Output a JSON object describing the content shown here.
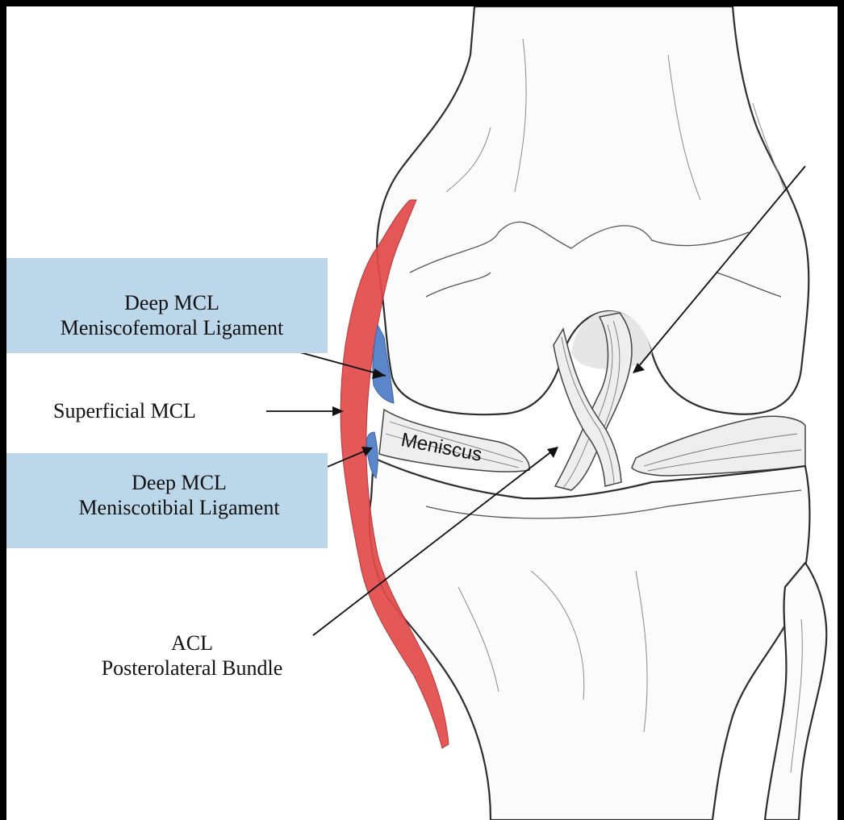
{
  "labels": {
    "deep_mcl_meniscofemoral": {
      "line1": "Deep MCL",
      "line2": "Meniscofemoral Ligament"
    },
    "superficial_mcl": "Superficial MCL",
    "deep_mcl_meniscotibial": {
      "line1": "Deep MCL",
      "line2": "Meniscotibial Ligament"
    },
    "acl_posterolateral": {
      "line1": "ACL",
      "line2": "Posterolateral Bundle"
    },
    "meniscus": "Meniscus"
  },
  "colors": {
    "label_box": "#bcd6ea",
    "superficial_mcl": "#e24a4a",
    "deep_mcl": "#5b86c9",
    "frame": "#000000"
  }
}
